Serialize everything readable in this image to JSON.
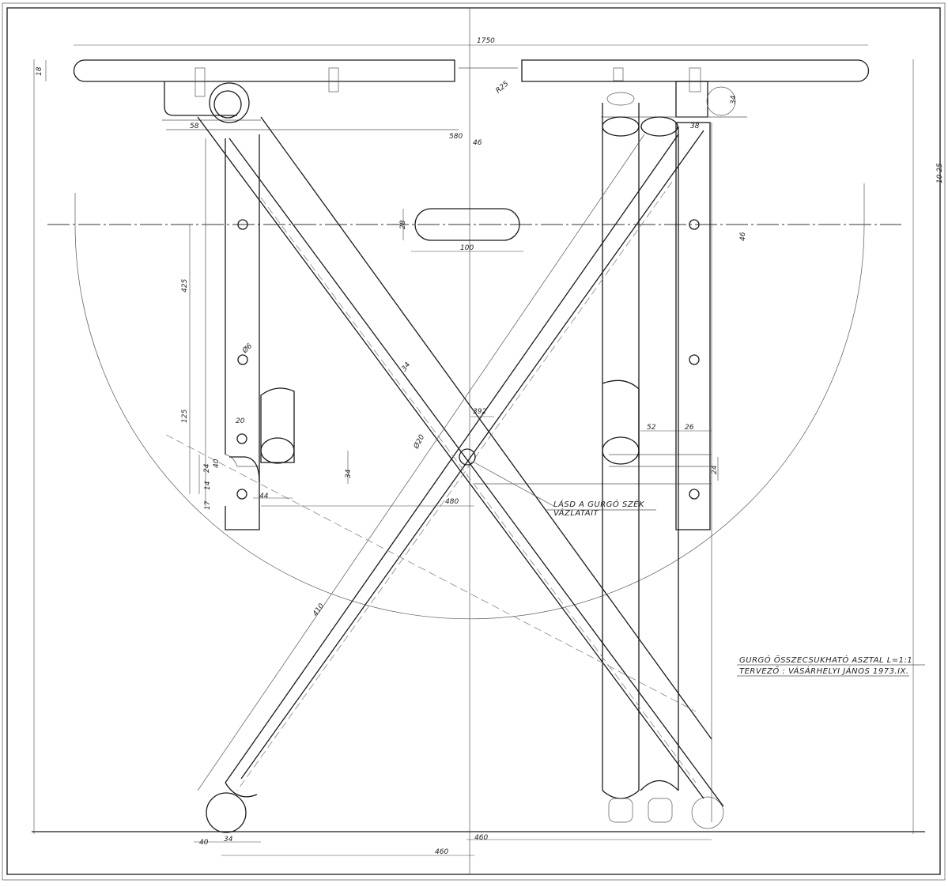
{
  "drawing": {
    "title_line1": "GURGÓ ÖSSZECSUKHATÓ ASZTAL  L=1:1",
    "title_line2": "TERVEZŐ : VÁSÁRHELYI JÁNOS  1973.IX.",
    "reference_note_line1": "LÁSD A GURGÓ SZÉK",
    "reference_note_line2": "VÁZLATAIT",
    "side_mark": "10 25"
  },
  "dimensions": {
    "overall_width": "1750",
    "top_thickness": "18",
    "d_58": "58",
    "d_580": "580",
    "d_46_top": "46",
    "d_r25": "R25",
    "d_34_right": "34",
    "d_38": "38",
    "d_46_right": "46",
    "d_28": "28",
    "d_100": "100",
    "d_425": "425",
    "d_o6": "Ø6",
    "d_125": "125",
    "d_34_mid": "34",
    "d_392": "392",
    "d_o20": "Ø20",
    "d_20": "20",
    "d_40": "40",
    "d_24": "24",
    "d_14": "14",
    "d_17": "17",
    "d_44": "44",
    "d_34_low": "34",
    "d_480": "480",
    "d_52": "52",
    "d_26": "26",
    "d_24_right": "24",
    "d_40_bottom": "40",
    "d_34_bottom": "34",
    "d_460_left": "460",
    "d_460_right": "460",
    "d_diag": "410"
  }
}
